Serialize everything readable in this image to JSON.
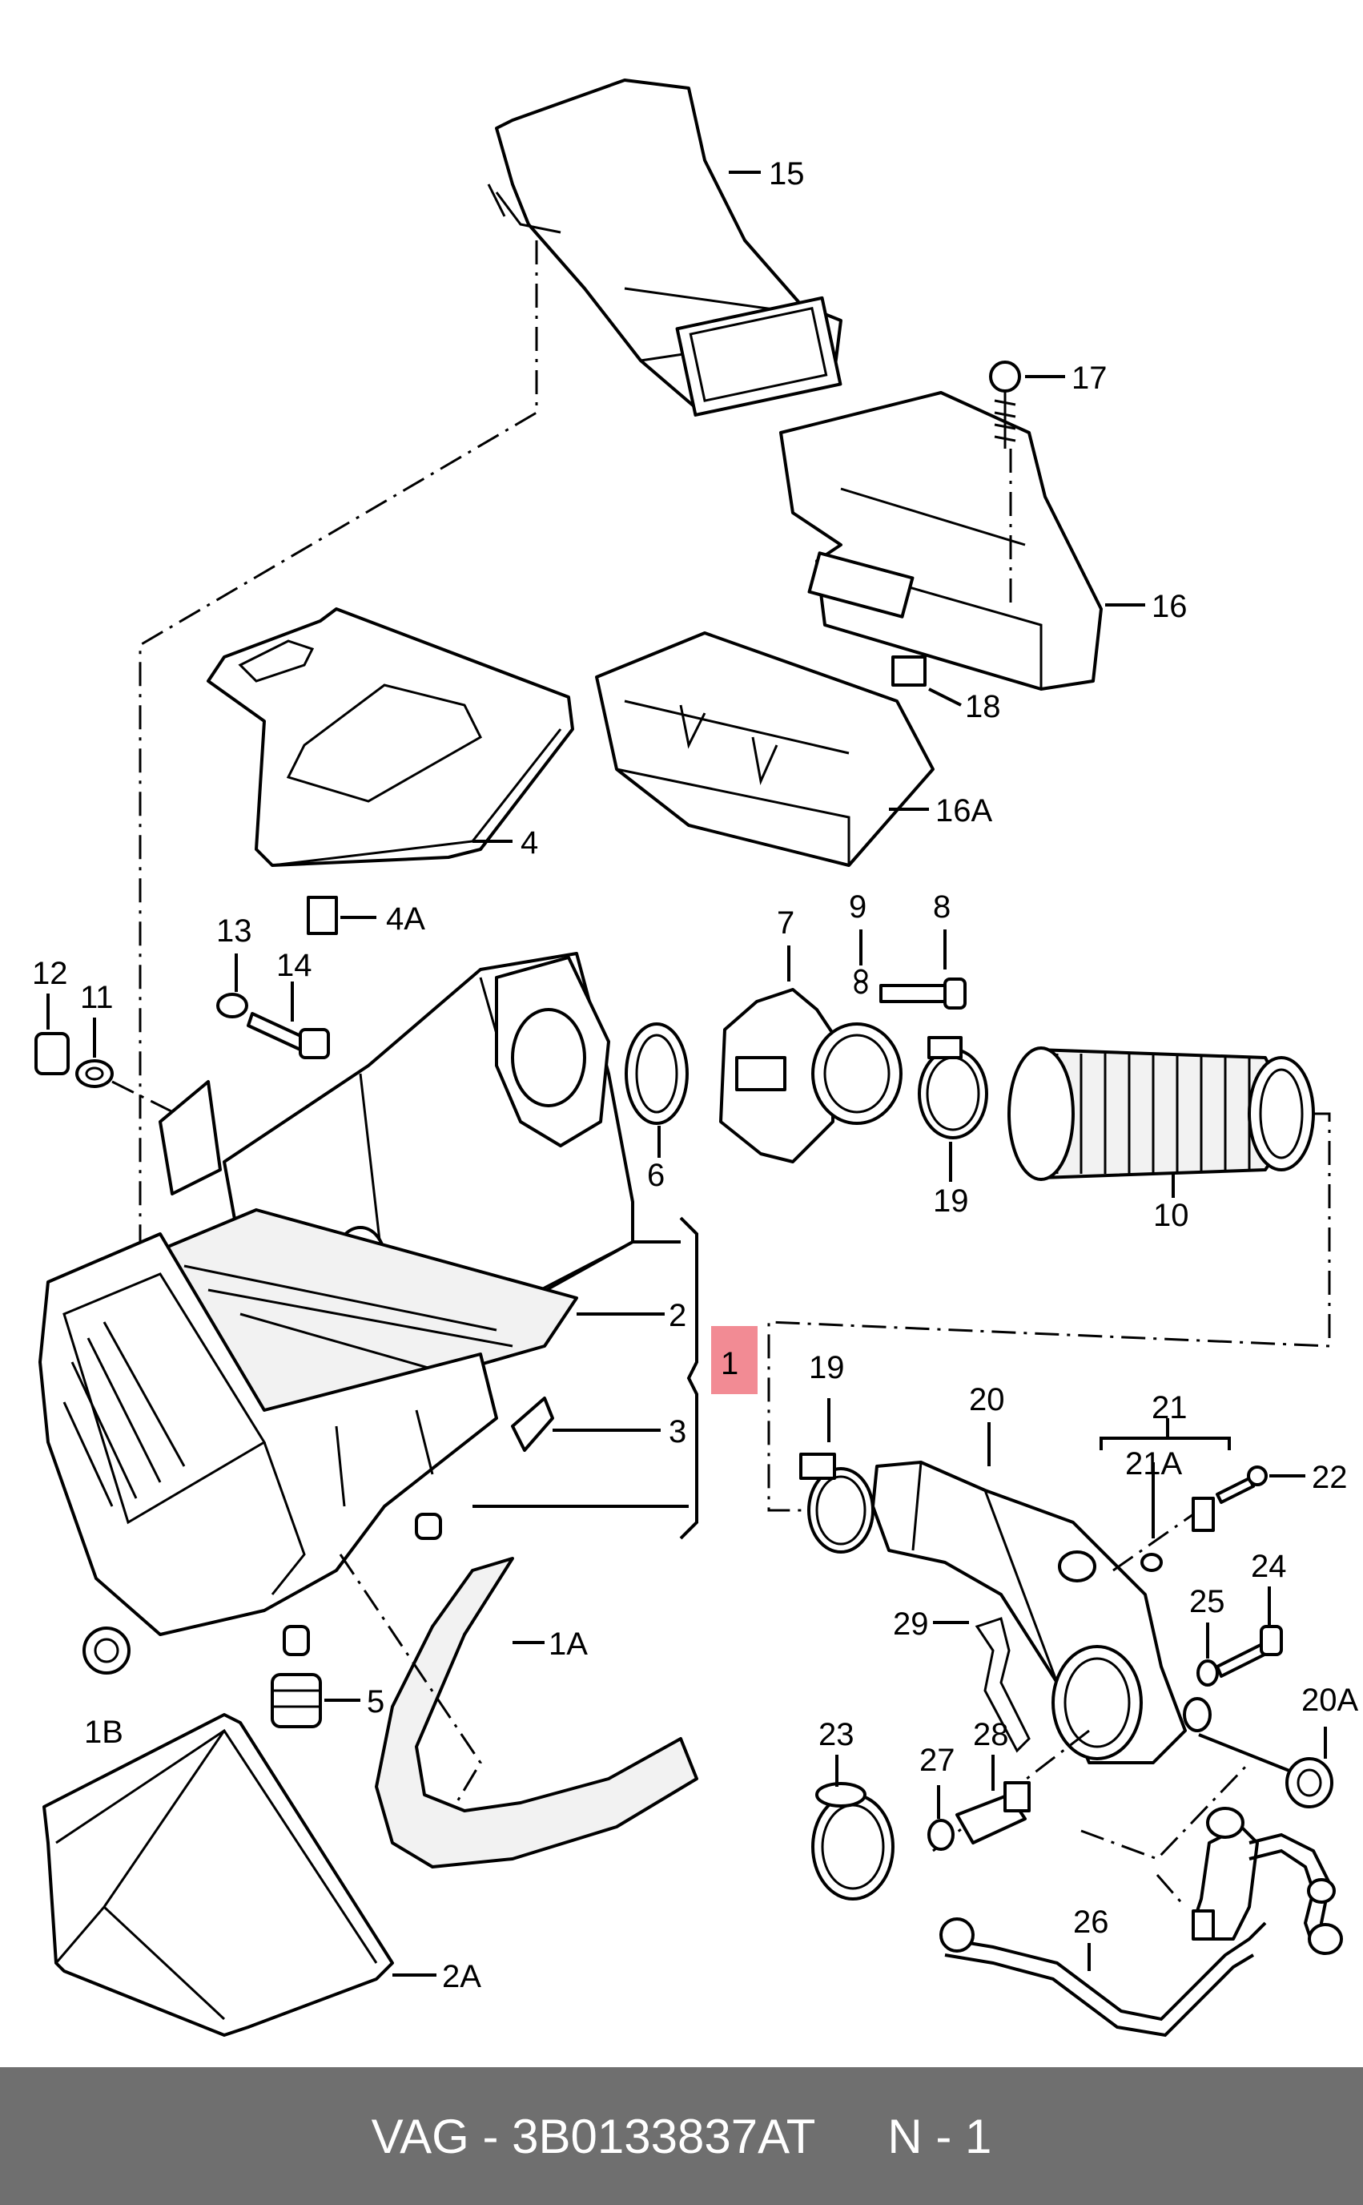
{
  "labels": {
    "p1": "1",
    "p1A": "1A",
    "p1B": "1B",
    "p2": "2",
    "p2A": "2A",
    "p3": "3",
    "p4": "4",
    "p4A": "4A",
    "p5": "5",
    "p6": "6",
    "p7": "7",
    "p8": "8",
    "p9": "9",
    "p10": "10",
    "p11": "11",
    "p12": "12",
    "p13": "13",
    "p14": "14",
    "p15": "15",
    "p16": "16",
    "p16A": "16A",
    "p17": "17",
    "p18": "18",
    "p19a": "19",
    "p19b": "19",
    "p20": "20",
    "p20A": "20A",
    "p21": "21",
    "p21A": "21A",
    "p22": "22",
    "p23": "23",
    "p24": "24",
    "p25": "25",
    "p26": "26",
    "p27": "27",
    "p28": "28",
    "p29": "29"
  },
  "footer": {
    "part_number": "VAG - 3B0133837AT",
    "page": "N - 1"
  },
  "colors": {
    "highlight": "#f28b94",
    "footer_bg": "#6f6f6f",
    "footer_text": "#ffffff"
  }
}
